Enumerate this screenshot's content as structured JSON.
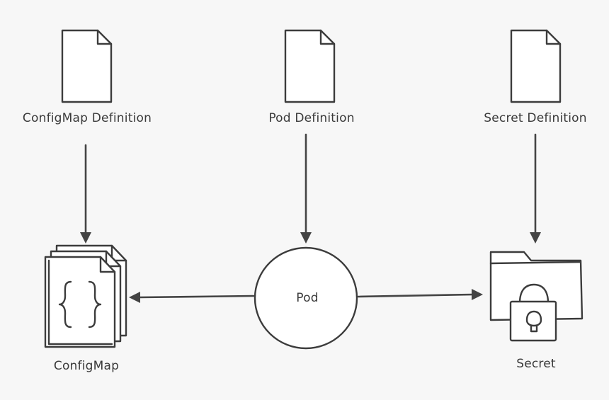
{
  "labels": {
    "configmap_definition": "ConfigMap Definition",
    "pod_definition": "Pod Definition",
    "secret_definition": "Secret Definition",
    "configmap": "ConfigMap",
    "pod": "Pod",
    "secret": "Secret"
  },
  "colors": {
    "background": "#f7f7f7",
    "ink": "#3c3c3c",
    "fill": "#ffffff"
  }
}
